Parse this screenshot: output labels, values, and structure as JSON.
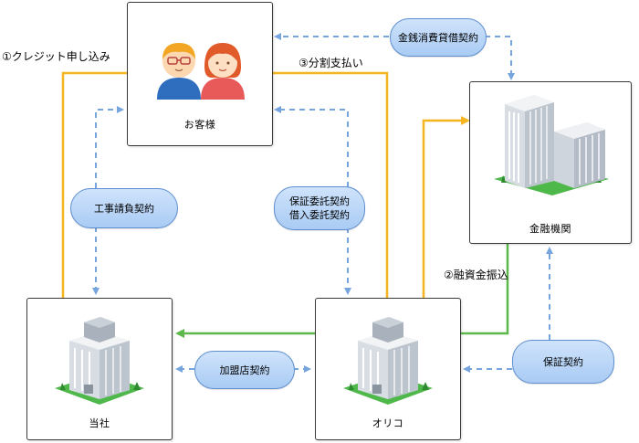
{
  "nodes": {
    "customer": "お客様",
    "financial": "金融機関",
    "company": "当社",
    "orico": "オリコ"
  },
  "contracts": {
    "loan": "金銭消費貸借契約",
    "construction": "工事請負契約",
    "guarantee_entrust_1": "保証委託契約",
    "guarantee_entrust_2": "借入委託契約",
    "merchant": "加盟店契約",
    "guarantee": "保証契約"
  },
  "steps": {
    "credit_application": "①クレジット申し込み",
    "financing_transfer": "②融資金振込",
    "installment_payment": "③分割支払い"
  },
  "colors": {
    "orange_flow": "#f6b51f",
    "green_flow": "#5cb84a",
    "contract_dashed": "#76a5dd",
    "pill_fill": "#b8d4f6",
    "pill_border": "#5f8fd0"
  }
}
